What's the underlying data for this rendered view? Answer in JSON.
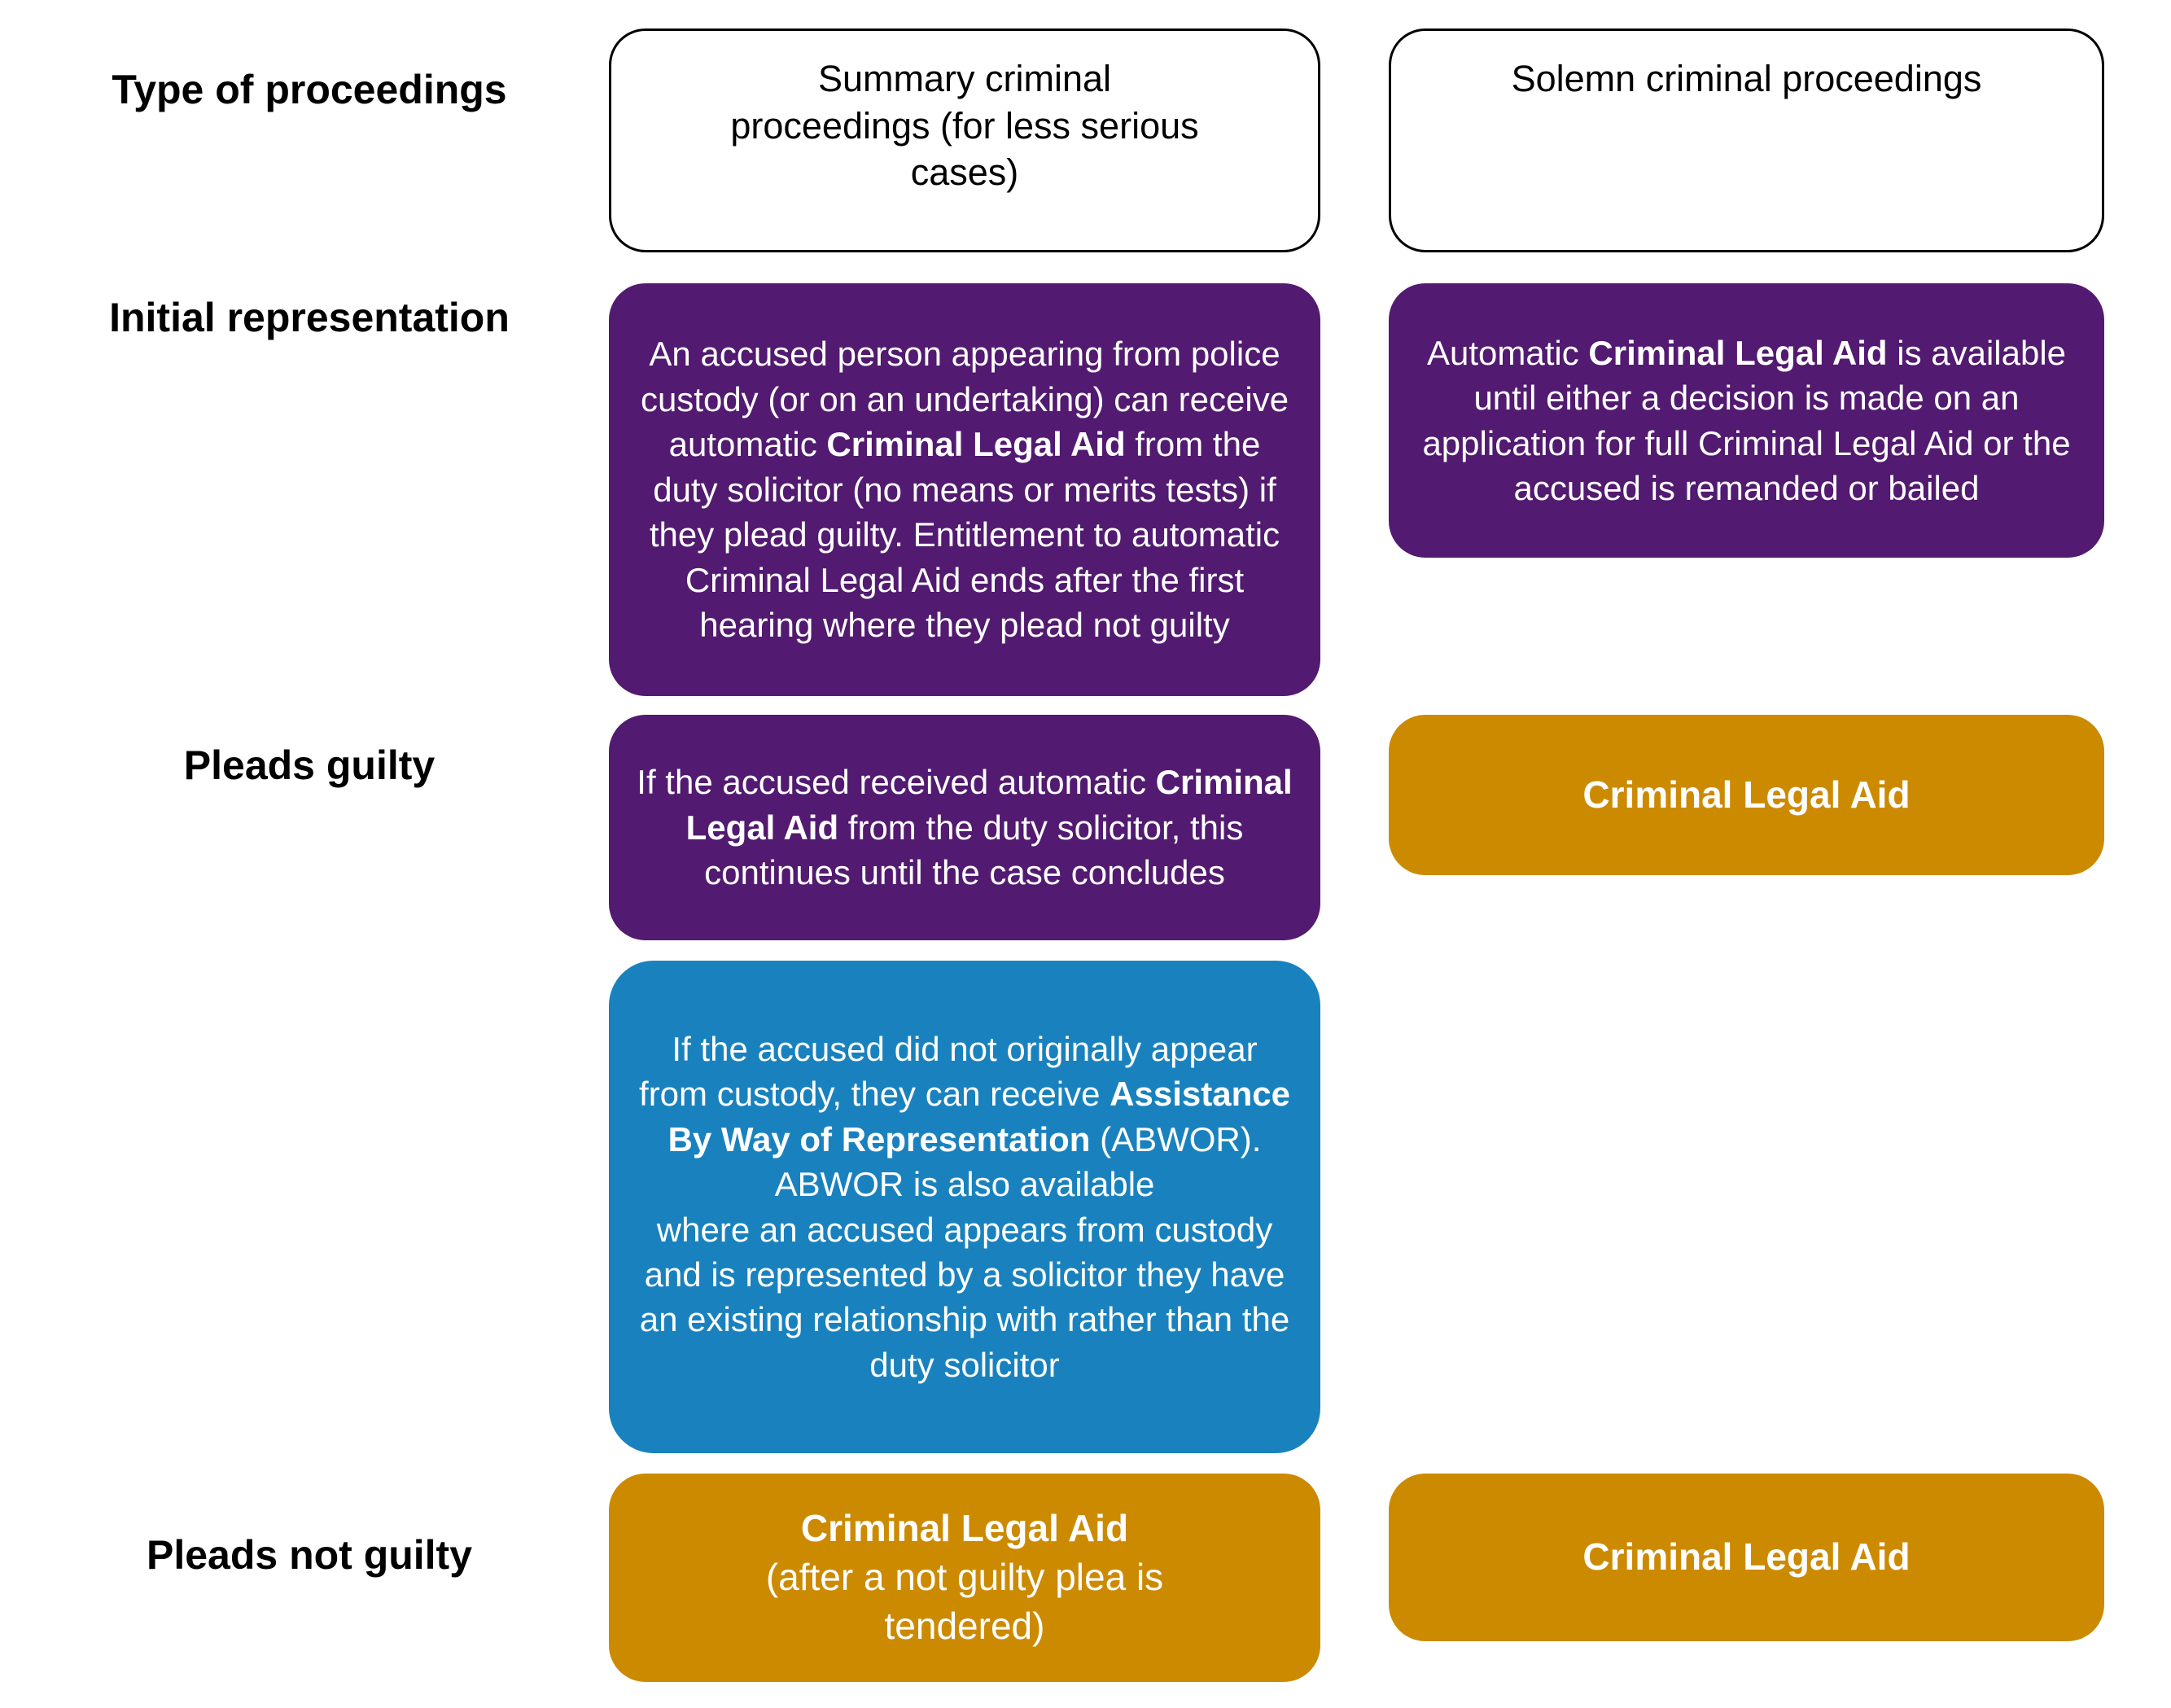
{
  "colors": {
    "purple": "#521A70",
    "blue": "#1982BE",
    "gold": "#CC8A00",
    "white": "#FFFFFF",
    "black": "#000000"
  },
  "row_labels": {
    "type_of_proceedings": "Type of proceedings",
    "initial_representation": "Initial representation",
    "pleads_guilty": "Pleads guilty",
    "pleads_not_guilty": "Pleads not guilty"
  },
  "column_headers": {
    "summary": "Summary criminal\nproceedings (for less serious\ncases)",
    "solemn": "Solemn criminal proceedings"
  },
  "cells": {
    "summary_initial": {
      "runs": [
        {
          "text": "An accused person appearing from police custody (or on an undertaking) can receive automatic "
        },
        {
          "text": "Criminal Legal Aid",
          "bold": true
        },
        {
          "text": " from the duty solicitor (no means or merits tests) if they plead guilty. Entitlement to automatic Criminal Legal Aid ends after the first hearing where they plead not guilty"
        }
      ]
    },
    "solemn_initial": {
      "runs": [
        {
          "text": "Automatic "
        },
        {
          "text": "Criminal Legal Aid",
          "bold": true
        },
        {
          "text": " is available until either a decision is made on an application for full Criminal Legal Aid or the accused is remanded or bailed"
        }
      ]
    },
    "summary_guilty": {
      "runs": [
        {
          "text": "If the accused received automatic "
        },
        {
          "text": "Criminal Legal Aid",
          "bold": true
        },
        {
          "text": " from the duty solicitor, this continues until the case concludes"
        }
      ]
    },
    "solemn_guilty": {
      "runs": [
        {
          "text": "Criminal Legal Aid",
          "bold": true
        }
      ]
    },
    "summary_abwor": {
      "runs": [
        {
          "text": "If the accused did not originally appear from custody, they can receive "
        },
        {
          "text": "Assistance By Way of Representation",
          "bold": true
        },
        {
          "text": " (ABWOR).\nABWOR is also available\nwhere an accused appears from custody and is represented by a solicitor they have an existing relationship with rather than the duty solicitor"
        }
      ]
    },
    "summary_not_guilty": {
      "runs": [
        {
          "text": "Criminal Legal Aid",
          "bold": true
        },
        {
          "text": "\n(after a not guilty plea is\ntendered)"
        }
      ]
    },
    "solemn_not_guilty": {
      "runs": [
        {
          "text": "Criminal Legal Aid",
          "bold": true
        }
      ]
    }
  }
}
